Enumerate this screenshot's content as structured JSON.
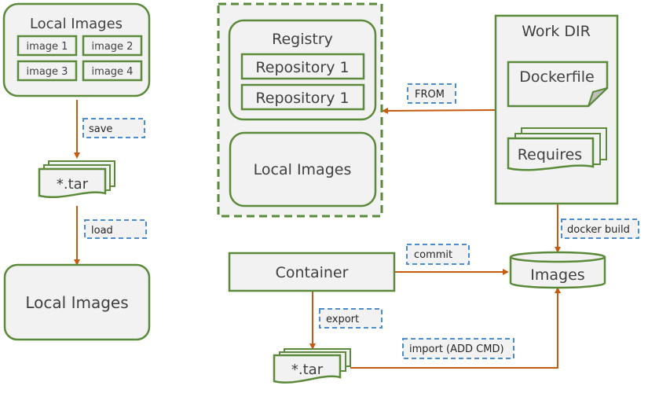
{
  "colors": {
    "node_border": "#5b8a3a",
    "node_fill": "#f2f2f2",
    "arrow": "#c55a11",
    "label_border": "#4a8ed0",
    "label_fill": "#f2f2f2",
    "text": "#404040"
  },
  "left": {
    "local_images_top": {
      "title": "Local Images",
      "images": [
        "image 1",
        "image 2",
        "image 3",
        "image 4"
      ]
    },
    "save_label": "save",
    "tar": "*.tar",
    "load_label": "load",
    "local_images_bottom": "Local Images"
  },
  "middle": {
    "registry": {
      "title": "Registry",
      "repositories": [
        "Repository 1",
        "Repository 1"
      ]
    },
    "local_images": "Local Images",
    "from_label": "FROM"
  },
  "right": {
    "work_dir": {
      "title": "Work DIR",
      "dockerfile": "Dockerfile",
      "requires": "Requires"
    },
    "docker_build_label": "docker build",
    "images": "Images"
  },
  "bottom": {
    "container": "Container",
    "commit_label": "commit",
    "export_label": "export",
    "tar": "*.tar",
    "import_label": "import (ADD CMD)"
  }
}
